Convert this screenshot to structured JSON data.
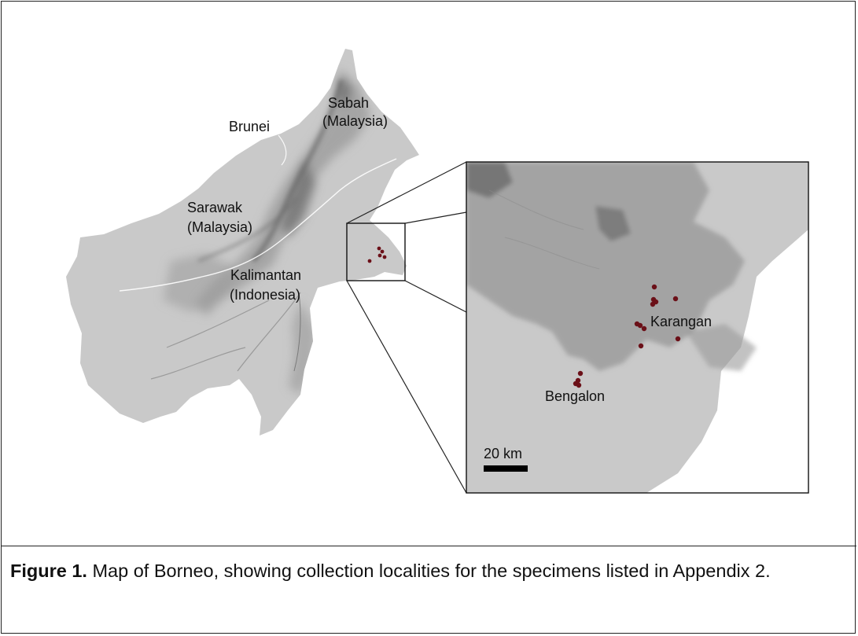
{
  "map": {
    "labels": {
      "sabah": [
        "Sabah",
        "(Malaysia)"
      ],
      "brunei": "Brunei",
      "sarawak": [
        "Sarawak",
        "(Malaysia)"
      ],
      "kalimantan": [
        "Kalimantan",
        "(Indonesia)"
      ]
    },
    "inset": {
      "label_karangan": "Karangan",
      "label_bengalon": "Bengalon",
      "scale_label": "20 km"
    },
    "colors": {
      "land": "#c9c9c9",
      "highland": "#9a9a9a",
      "mountain": "#707070",
      "marker": "#6b1018"
    }
  },
  "caption": {
    "label": "Figure 1.",
    "text": " Map of Borneo, showing collection localities for the specimens listed in Appendix 2."
  }
}
